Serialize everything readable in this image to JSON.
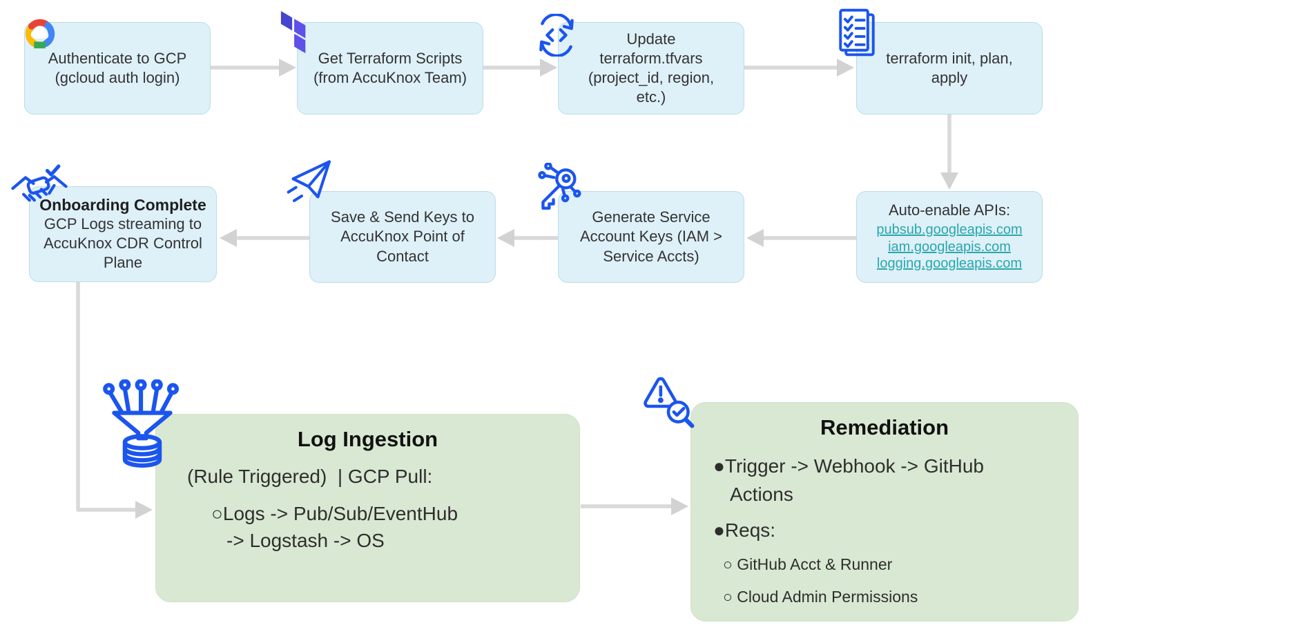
{
  "nodes": {
    "authenticate": {
      "label": "Authenticate to GCP\n(gcloud auth login)"
    },
    "get_scripts": {
      "label": "Get Terraform Scripts\n(from AccuKnox Team)"
    },
    "update_tfvars": {
      "label": "Update\nterraform.tfvars\n(project_id, region,\netc.)"
    },
    "tf_commands": {
      "label": "terraform init, plan,\napply"
    },
    "auto_enable": {
      "title": "Auto-enable APIs:",
      "links": [
        "pubsub.googleapis.com",
        "iam.googleapis.com",
        "logging.googleapis.com"
      ]
    },
    "generate_keys": {
      "label": "Generate Service\nAccount Keys (IAM >\nService Accts)"
    },
    "send_keys": {
      "label": "Save & Send Keys to\nAccuKnox Point of\nContact"
    },
    "onboarding_complete": {
      "title": "Onboarding Complete",
      "body": "GCP Logs streaming to\nAccuKnox CDR Control\nPlane"
    },
    "log_ingestion": {
      "title": "Log Ingestion",
      "subtitle": "(Rule Triggered)  | GCP Pull:",
      "bullet": "○Logs -> Pub/Sub/EventHub\n-> Logstash -> OS"
    },
    "remediation": {
      "title": "Remediation",
      "bullet1": "●Trigger -> Webhook -> GitHub\nActions",
      "bullet2": "●Reqs:",
      "sub_bullet1": "○ GitHub Acct & Runner",
      "sub_bullet2": "○ Cloud Admin Permissions"
    }
  },
  "colors": {
    "node_fill": "#def0f8",
    "node_border": "#b9dce8",
    "group_fill": "#d9e8d2",
    "arrow_gray": "#d9d9d9",
    "icon_blue": "#1b55ee",
    "link_teal": "#2aa7ad",
    "terraform_dark": "#4645cf",
    "terraform_light": "#5e50e9",
    "gcp_red": "#EA4335",
    "gcp_blue": "#4285F4",
    "gcp_yellow": "#FBBC05",
    "gcp_green": "#34A853"
  }
}
